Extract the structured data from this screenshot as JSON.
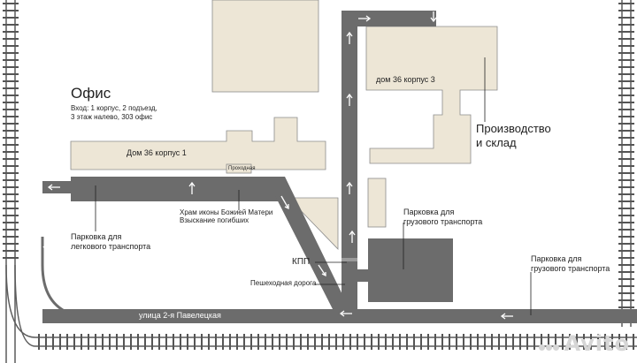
{
  "colors": {
    "building": "#ede6d6",
    "building_outline": "#8c8c8c",
    "road": "#6c6c6c",
    "road_dark": "#5a5a5a",
    "rail": "#5c5c5c",
    "sleeper": "#555555",
    "arrow": "#ffffff",
    "text": "#222222"
  },
  "labels": {
    "office_title": "Офис",
    "office_entry_lines": [
      "Вход: 1 корпус, 2 подъезд,",
      "3 этаж налево, 303 офис"
    ],
    "house1": "Дом 36 корпус 1",
    "passage": "Проходная",
    "house3": "дом 36 корпус 3",
    "production_lines": [
      "Производство",
      "и склад"
    ],
    "parking_cars_lines": [
      "Парковка для",
      "легкового транспорта"
    ],
    "church_lines": [
      "Храм иконы Божией Матери",
      "Взыскание погибших"
    ],
    "parking_trucks_center_lines": [
      "Парковка для",
      "грузового транспорта"
    ],
    "parking_trucks_right_lines": [
      "Парковка для",
      "грузового транспорта"
    ],
    "checkpoint": "КПП",
    "pedestrian_road": "Пешеходная дорога",
    "street": "улица 2-я Павелецкая"
  },
  "watermark": "Avito",
  "icons": {
    "arrows": "direction-arrow-icon",
    "railway": "railway-track",
    "watermark_logo": "avito-logo-icon"
  }
}
